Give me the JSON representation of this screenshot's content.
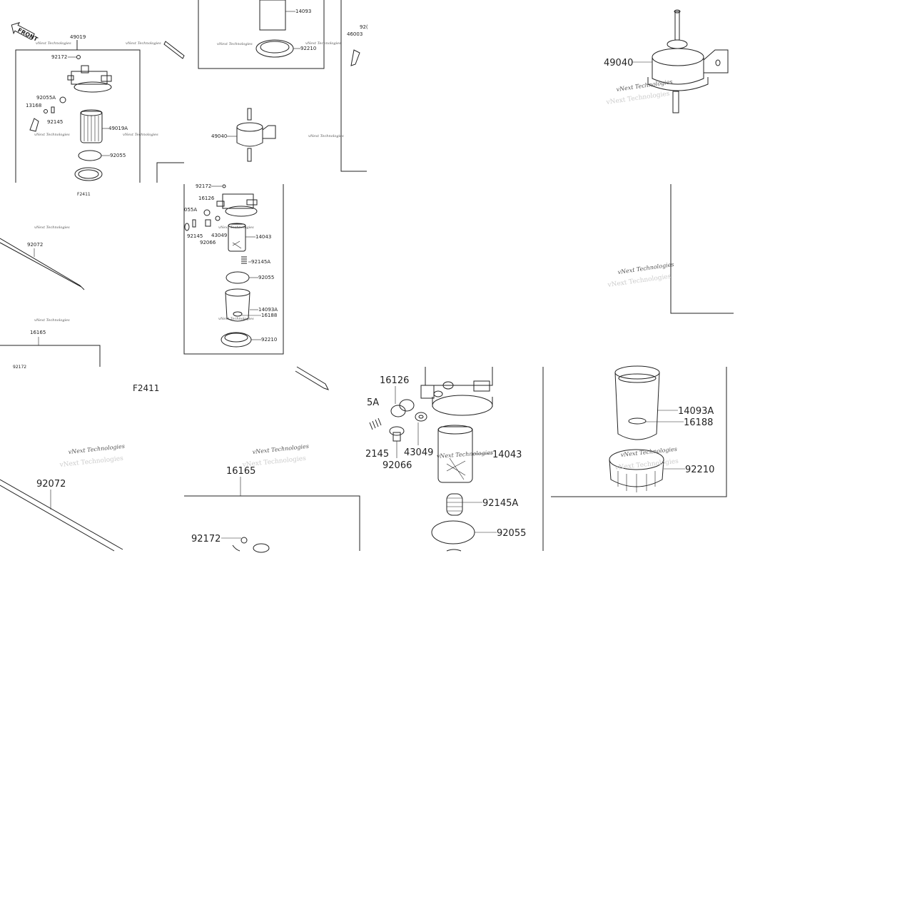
{
  "tiles": {
    "t1": {
      "front": "FRONT",
      "ref": "F2411",
      "labels": [
        "49019",
        "92172",
        "92055A",
        "13168",
        "92145",
        "49019A",
        "92055"
      ],
      "watermark": "vNext Technologies"
    },
    "t2": {
      "labels": [
        "14093",
        "92210"
      ],
      "watermark": "vNext Technologies"
    },
    "t3": {
      "labels": [
        "92(",
        "46003"
      ]
    },
    "t4": {
      "labels": [
        "49040"
      ],
      "watermark": "vNext Technologies"
    },
    "t5": {
      "labels": [
        "49040"
      ],
      "watermark": "vNext Technologies"
    },
    "t6": {
      "labels": [
        "92072",
        "16165",
        "92172"
      ],
      "watermark": "vNext Technologies"
    },
    "t7": {
      "labels": [
        "92172",
        "16126",
        "055A",
        "92145",
        "43049",
        "92066",
        "14043",
        "92145A",
        "92055",
        "14093A",
        "16188",
        "92210"
      ],
      "watermark": "vNext Technologies"
    },
    "t8": {
      "watermark": "vNext Technologies"
    },
    "t9": {
      "ref": "F2411",
      "labels": [
        "92072"
      ],
      "watermark": "vNext Technologies"
    },
    "t10": {
      "labels": [
        "16165",
        "92172"
      ],
      "watermark": "vNext Technologies"
    },
    "t11": {
      "labels": [
        "16126",
        "5A",
        "2145",
        "43049",
        "92066",
        "14043",
        "92145A",
        "92055"
      ],
      "watermark": "vNext Technologies"
    },
    "t12": {
      "labels": [
        "14093A",
        "16188",
        "92210"
      ],
      "watermark": "vNext Technologies"
    }
  }
}
